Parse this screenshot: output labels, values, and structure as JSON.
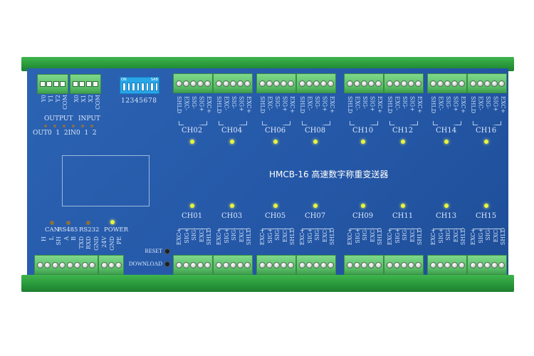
{
  "device": {
    "title": "HMCB-16 高速数字称重变送器"
  },
  "colors": {
    "board": "#2457a6",
    "terminal": "#58bd66",
    "rail": "#27963a",
    "led_on": "#e9f53a"
  },
  "dip_switch": {
    "on_label": "ON",
    "brand_label": "SAB",
    "numbers": "12345678",
    "positions": 8
  },
  "io": {
    "output_pins": [
      "Y0",
      "Y1",
      "Y2",
      "COM"
    ],
    "input_pins": [
      "X0",
      "X1",
      "X2",
      "COM"
    ],
    "output_label": "OUTPUT",
    "input_label": "INPUT",
    "led_labels": "OUT0  1  2IN0  1  2"
  },
  "comm": {
    "can_label": "CAN",
    "rs485_label": "RS485",
    "rs232_label": "RS232",
    "power_label": "POWER",
    "pins": [
      "H",
      "L",
      "SH",
      "A",
      "B",
      "TXD",
      "RXD",
      "GND"
    ],
    "power_pins": [
      "24V",
      "GND",
      "PE"
    ]
  },
  "buttons": {
    "reset": "RESET",
    "download": "DOWNLOAD"
  },
  "top_pins": [
    "SHLD",
    "EXC-",
    "SIG-",
    "SIG+",
    "EXC+"
  ],
  "bottom_pins": [
    "EXC+",
    "SIG+",
    "SIG-",
    "EXC-",
    "SHLD"
  ],
  "top_channels": [
    "CH02",
    "CH04",
    "CH06",
    "CH08",
    "CH10",
    "CH12",
    "CH14",
    "CH16"
  ],
  "bottom_channels": [
    "CH01",
    "CH03",
    "CH05",
    "CH07",
    "CH09",
    "CH11",
    "CH13",
    "CH15"
  ]
}
